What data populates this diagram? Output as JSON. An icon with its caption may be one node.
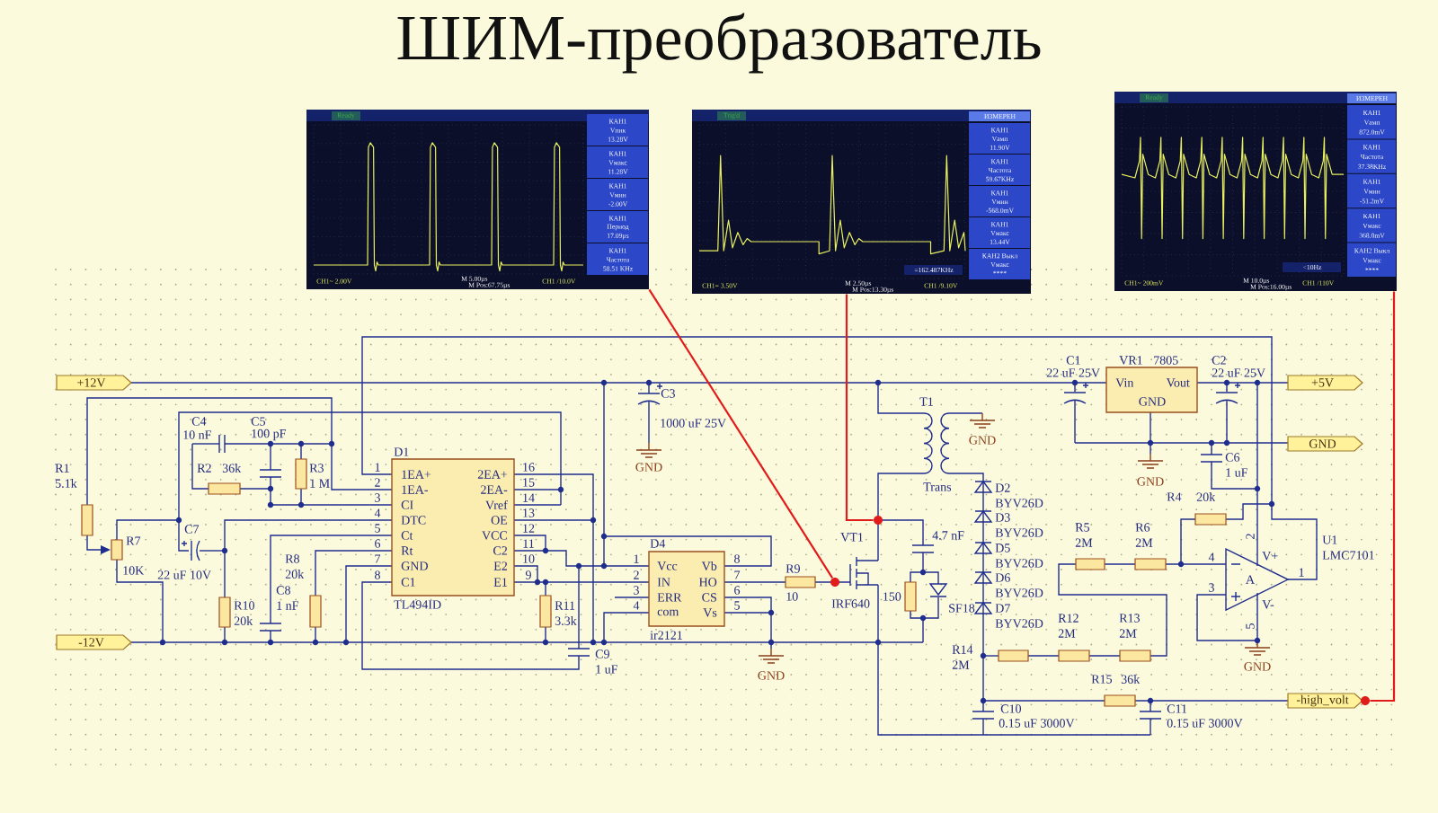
{
  "diagram": {
    "title": "ШИМ-преобразователь",
    "nodes": [
      {
        "text": [
          "Ready",
          "КАН1",
          "Vпик",
          "13.28V",
          "КАН1",
          "Vмакс",
          "11.28V",
          "КАН1",
          "Vмин",
          "-2.00V",
          "КАН1",
          "Период",
          "17.09µs",
          "КАН1",
          "Частота",
          "58.51 KHz",
          "CH1~ 2.00V",
          "M 5.00µs",
          "CH1 /10.0V",
          "M Pos:67.75µs"
        ]
      },
      {
        "text": [
          "Trig'd",
          "ИЗМЕРЕН",
          "КАН1",
          "Vамп",
          "11.90V",
          "КАН1",
          "Частота",
          "59.67KHz",
          "КАН1",
          "Vмин",
          "-568.0mV",
          "КАН1",
          "Vмакс",
          "13.44V",
          "КАН2 Выкл",
          "Vмакс",
          "****",
          "=162.487KHz",
          "CH1= 3.50V",
          "M 2.50µs",
          "CH1 /9.10V",
          "M Pos:13.30µs"
        ]
      },
      {
        "text": [
          "Ready",
          "ИЗМЕРЕН",
          "КАН1",
          "Vамп",
          "872.0mV",
          "КАН1",
          "Частота",
          "37.38KHz",
          "КАН1",
          "Vмин",
          "-51.2mV",
          "КАН1",
          "Vмакс",
          "368.0mV",
          "КАН2 Выкл",
          "Vмакс",
          "****",
          "<10Hz",
          "CH1~ 200mV",
          "M 10.0µs",
          "CH1 /110V",
          "M Pos:16.00µs"
        ]
      },
      {
        "text": [
          "+12V"
        ]
      },
      {
        "text": [
          "+5V"
        ]
      },
      {
        "text": [
          "GND"
        ]
      },
      {
        "text": [
          "-12V"
        ]
      },
      {
        "text": [
          "-high_volt"
        ]
      },
      {
        "text": [
          "D1",
          "1EA+",
          "1EA-",
          "CI",
          "DTC",
          "Ct",
          "Rt",
          "GND",
          "C1",
          "2EA+",
          "2EA-",
          "Vref",
          "OE",
          "VCC",
          "C2",
          "E2",
          "E1",
          "TL494ID"
        ],
        "beside": [
          "1",
          "2",
          "3",
          "4",
          "5",
          "6",
          "7",
          "8",
          "16",
          "15",
          "14",
          "13",
          "12",
          "11",
          "10",
          "9"
        ]
      },
      {
        "text": [
          "D4",
          "Vcc",
          "IN",
          "ERR",
          "com",
          "Vb",
          "HO",
          "CS",
          "Vs",
          "ir2121"
        ],
        "beside": [
          "1",
          "2",
          "3",
          "4",
          "8",
          "7",
          "6",
          "5"
        ]
      },
      {
        "text": [
          "VR1",
          "7805",
          "Vin",
          "Vout",
          "GND"
        ]
      },
      {
        "text": [
          "A",
          "V+",
          "V-"
        ],
        "beside": [
          "U1",
          "LMC7101",
          "4",
          "3",
          "1",
          "2",
          "5"
        ]
      },
      {
        "text": [],
        "shape": "circle"
      },
      {
        "text": [],
        "shape": "circle"
      },
      {
        "text": [],
        "shape": "circle"
      }
    ],
    "edges": [
      {
        "from": 0,
        "to": 12,
        "arrow": "none"
      },
      {
        "from": 1,
        "to": 13,
        "arrow": "none"
      },
      {
        "from": 2,
        "to": 14,
        "arrow": "none"
      }
    ],
    "labels": [
      "R1",
      "5.1k",
      "C4",
      "10 nF",
      "C5",
      "100 pF",
      "R2",
      "36k",
      "R3",
      "1 M",
      "R7",
      "10K",
      "C7",
      "22 uF 10V",
      "R8",
      "20k",
      "R10",
      "20k",
      "C8",
      "1 nF",
      "R11",
      "3.3k",
      "C3",
      "1000 uF 25V",
      "GND",
      "C9",
      "1 uF",
      "R9",
      "10",
      "VT1",
      "IRF640",
      "GND",
      "T1",
      "Trans",
      "GND",
      "4.7 nF",
      "150",
      "SF18",
      "D2",
      "BYV26D",
      "D3",
      "BYV26D",
      "D5",
      "BYV26D",
      "D6",
      "BYV26D",
      "D7",
      "BYV26D",
      "R14",
      "2M",
      "C10",
      "0.15 uF 3000V",
      "R15",
      "36k",
      "C11",
      "0.15 uF 3000V",
      "C1",
      "22 uF 25V",
      "C2",
      "22 uF 25V",
      "GND",
      "C6",
      "1 uF",
      "R4",
      "20k",
      "R5",
      "2M",
      "R6",
      "2M",
      "R12",
      "2M",
      "R13",
      "2M",
      "GND"
    ]
  }
}
